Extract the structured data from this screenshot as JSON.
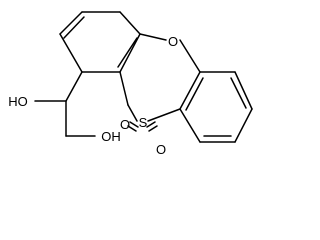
{
  "structure": {
    "atoms": {
      "ring_oxygen": "O",
      "sulfur": "S",
      "sulfone_oxygen_left": "O",
      "sulfone_oxygen_right": "O",
      "hydroxyl_top": "HO",
      "hydroxyl_bottom": "OH"
    }
  }
}
